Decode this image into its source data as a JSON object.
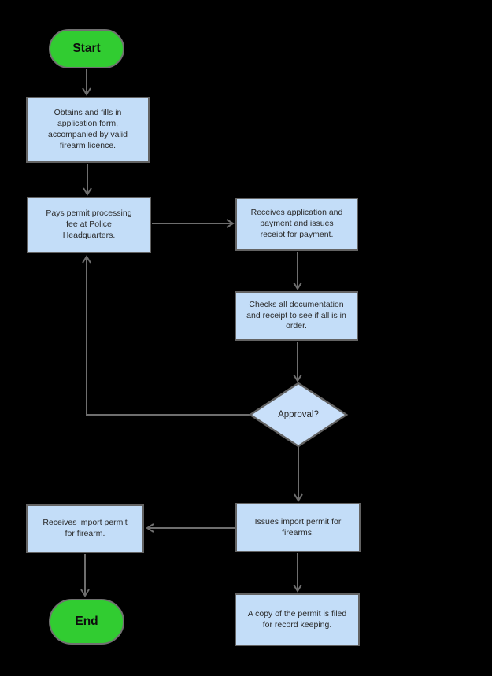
{
  "colors": {
    "background": "#000000",
    "terminator_fill": "#31cc31",
    "terminator_border": "#707070",
    "terminator_text": "#0d0d0d",
    "process_fill": "#c3ddf8",
    "decision_fill": "#c9e0fa",
    "shape_border": "#636363",
    "connector": "#6e6e6e",
    "text": "#2a2a2a"
  },
  "nodes": {
    "start": {
      "label": "Start",
      "type": "terminator"
    },
    "obtain": {
      "label": [
        "Obtains and fills in",
        "application form,",
        "accompanied by valid",
        "firearm licence."
      ],
      "type": "process"
    },
    "pays": {
      "label": [
        "Pays permit processing",
        "fee at Police",
        "Headquarters."
      ],
      "type": "process"
    },
    "receives_app": {
      "label": [
        "Receives application and",
        "payment and issues",
        "receipt for payment."
      ],
      "type": "process"
    },
    "checks": {
      "label": [
        "Checks all documentation",
        "and receipt to see if all is in",
        "order."
      ],
      "type": "process"
    },
    "approval": {
      "label": "Approval?",
      "type": "decision"
    },
    "issues": {
      "label": [
        "Issues import permit for",
        "firearms."
      ],
      "type": "process"
    },
    "receives_permit": {
      "label": [
        "Receives import permit",
        "for firearm."
      ],
      "type": "process"
    },
    "copy_filed": {
      "label": [
        "A copy of the permit is filed",
        "for record keeping."
      ],
      "type": "process"
    },
    "end": {
      "label": "End",
      "type": "terminator"
    }
  }
}
